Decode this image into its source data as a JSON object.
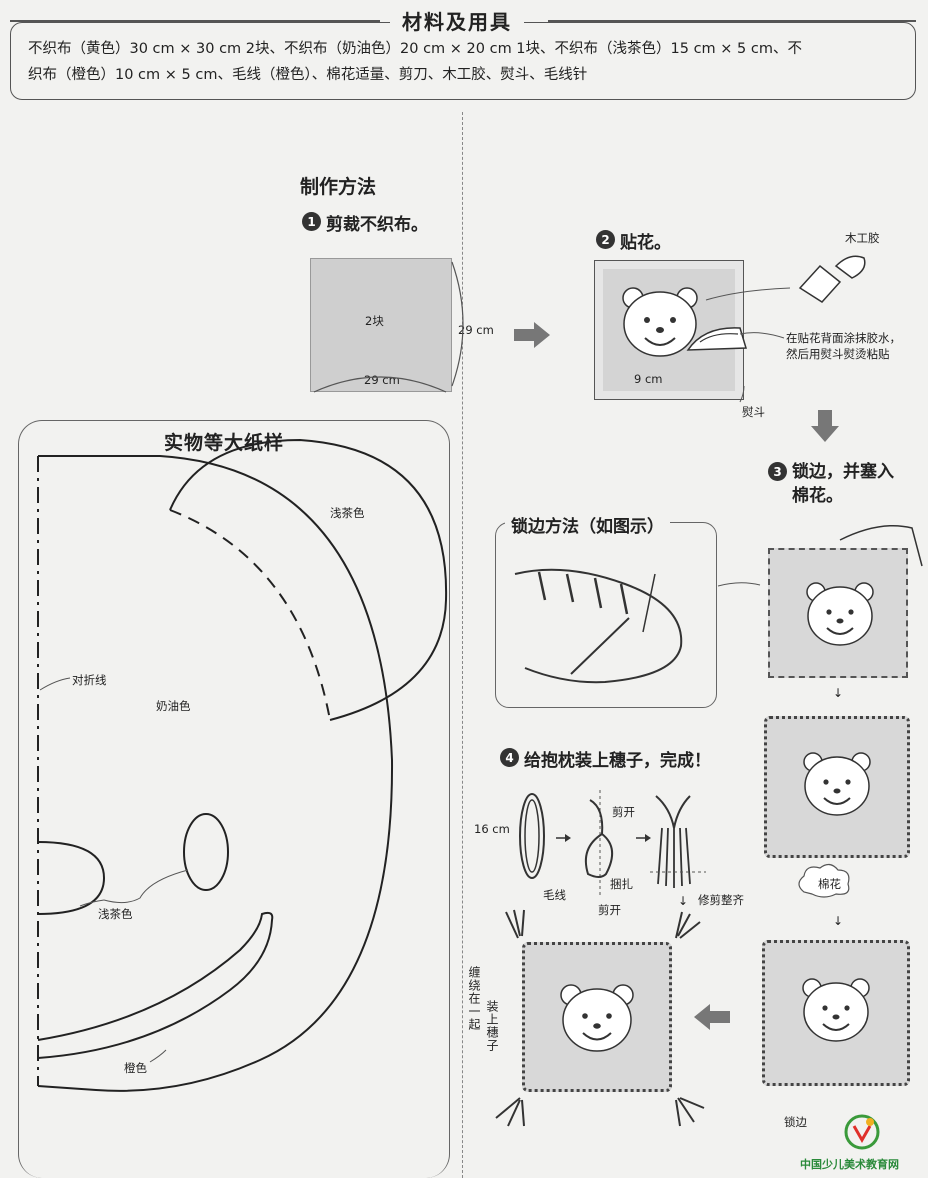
{
  "materials": {
    "title": "材料及用具",
    "line1": "不织布（黄色）30 cm × 30 cm  2块、不织布（奶油色）20 cm × 20 cm  1块、不织布（浅茶色）15 cm × 5 cm、不",
    "line2": "织布（橙色）10 cm × 5 cm、毛线（橙色）、棉花适量、剪刀、木工胶、熨斗、毛线针"
  },
  "method": {
    "title": "制作方法",
    "step1": {
      "num": "1",
      "text": "剪裁不织布。",
      "count": "2块",
      "height": "29 cm",
      "width": "29 cm"
    },
    "step2": {
      "num": "2",
      "text": "贴花。",
      "glue": "木工胶",
      "note1": "在贴花背面涂抹胶水，",
      "note2": "然后用熨斗熨烫粘贴",
      "size": "9 cm",
      "iron": "熨斗"
    },
    "step3": {
      "num": "3",
      "line1": "锁边，并塞入",
      "line2": "棉花。",
      "cotton": "棉花",
      "edge": "锁边"
    },
    "step4": {
      "num": "4",
      "text": "给抱枕装上穗子，完成！",
      "length": "16 cm",
      "yarn": "毛线",
      "cut": "剪开",
      "tie": "捆扎",
      "cut2": "剪开",
      "trim": "修剪整齐",
      "wrap": "缠绕在一起",
      "attach": "装上穗子"
    }
  },
  "stitch": {
    "title": "锁边方法（如图示）"
  },
  "pattern": {
    "title": "实物等大纸样",
    "light_brown": "浅茶色",
    "fold_line": "对折线",
    "cream": "奶油色",
    "light_brown2": "浅茶色",
    "orange": "橙色"
  },
  "watermark": "中国少儿美术教育网"
}
